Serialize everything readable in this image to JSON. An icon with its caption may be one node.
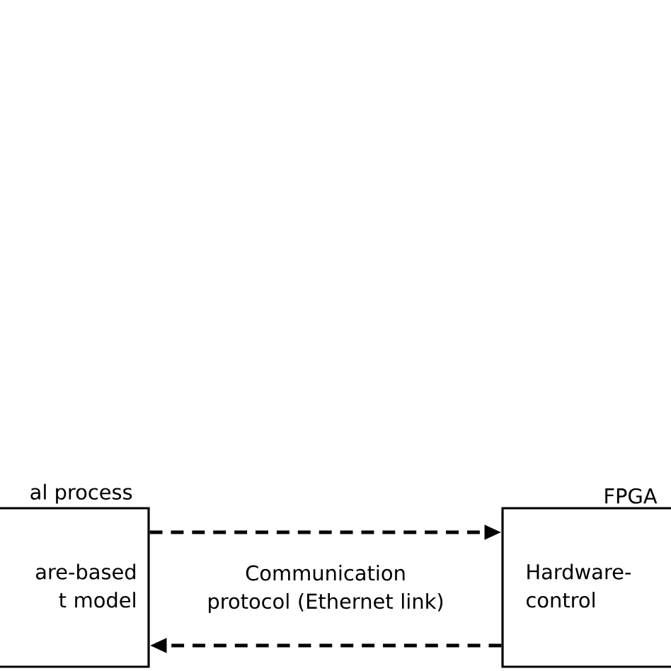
{
  "diagram": {
    "nodes": [
      {
        "text": [
          "al process",
          "are-based t model"
        ]
      },
      {
        "text": [
          "FPGA",
          "Hardware- control"
        ]
      }
    ],
    "edges": [
      {
        "from": 0,
        "to": 1,
        "arrow": "to",
        "style": "dashed"
      },
      {
        "from": 1,
        "to": 0,
        "arrow": "to",
        "style": "dashed"
      }
    ],
    "labels": [
      "Communication protocol (Ethernet link)"
    ]
  }
}
